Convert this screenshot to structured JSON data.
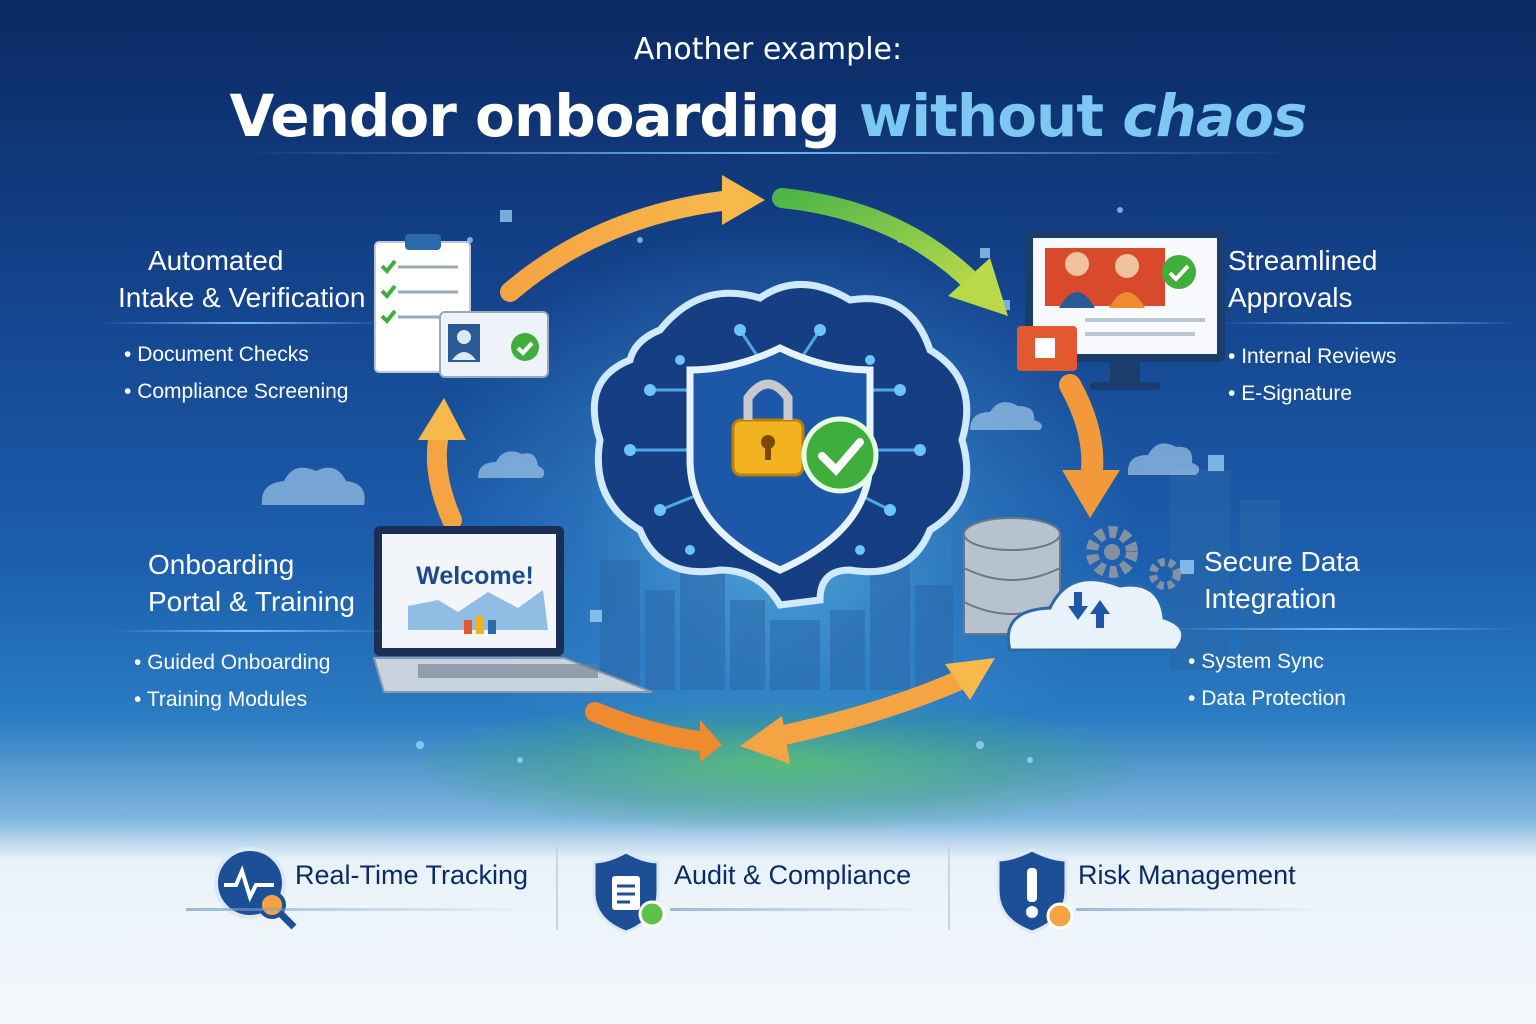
{
  "header": {
    "subtitle": "Another example:",
    "title_part1": "Vendor onboarding",
    "title_part2": "without",
    "title_part3": "chaos"
  },
  "sections": {
    "intake": {
      "heading_line1": "Automated",
      "heading_line2": "Intake & Verification",
      "bullets": [
        "Document Checks",
        "Compliance Screening"
      ]
    },
    "approvals": {
      "heading_line1": "Streamlined",
      "heading_line2": "Approvals",
      "bullets": [
        "Internal Reviews",
        "E-Signature"
      ]
    },
    "portal": {
      "heading_line1": "Onboarding",
      "heading_line2": "Portal & Training",
      "screen_text": "Welcome!",
      "bullets": [
        "Guided Onboarding",
        "Training Modules"
      ]
    },
    "integration": {
      "heading_line1": "Secure Data",
      "heading_line2": "Integration",
      "bullets": [
        "System Sync",
        "Data Protection"
      ]
    }
  },
  "bottom_features": [
    {
      "label": "Real-Time Tracking",
      "icon": "tracking-magnifier-icon"
    },
    {
      "label": "Audit & Compliance",
      "icon": "audit-shield-clipboard-icon"
    },
    {
      "label": "Risk Management",
      "icon": "risk-shield-exclamation-icon"
    }
  ],
  "colors": {
    "orange": "#f5a443",
    "green": "#6cc24a",
    "accent_blue": "#7cc8f2",
    "navy": "#0d2b63"
  }
}
